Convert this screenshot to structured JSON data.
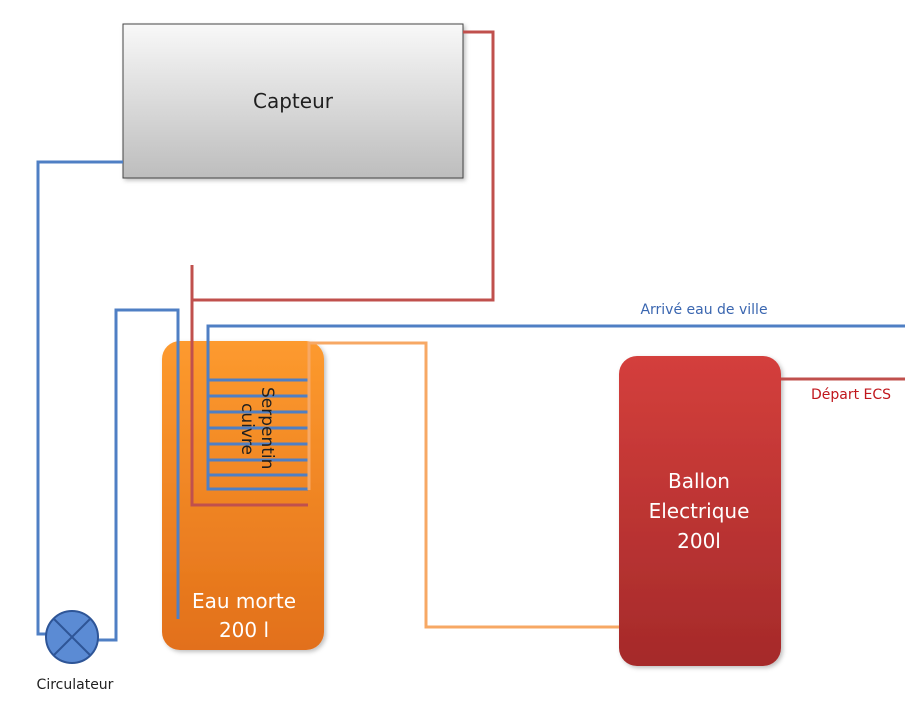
{
  "labels": {
    "capteur": "Capteur",
    "serpentin_line1": "Serpentin",
    "serpentin_line2": "cuivre",
    "eau_morte_line1": "Eau morte",
    "eau_morte_line2": "200 l",
    "ballon_line1": "Ballon",
    "ballon_line2": "Electrique",
    "ballon_line3": "200l",
    "arrive_eau": "Arrivé eau de ville",
    "depart_ecs": "Départ ECS",
    "circulateur": "Circulateur"
  },
  "colors": {
    "cold_pipe": "#4f7fc4",
    "hot_pipe": "#c0504d",
    "transfer_pipe": "#f79646",
    "tank_orange": "#f58a1f",
    "tank_red": "#c33a37",
    "circulator": "#5b8bd4",
    "arrive_text": "#3a66b0",
    "depart_text": "#c0161c"
  }
}
